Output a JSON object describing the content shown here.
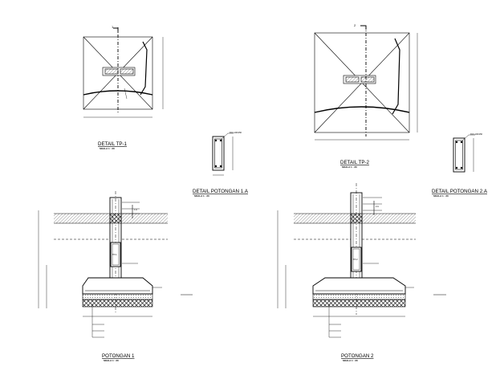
{
  "titles": {
    "detail_tp1": "DETAIL TP-1",
    "detail_tp2": "DETAIL TP-2",
    "detail_pot_1a": "DETAIL POTONGAN 1.A",
    "detail_pot_2a": "DETAIL POTONGAN 2.A",
    "potongan1": "POTONGAN 1",
    "potongan2": "POTONGAN 2"
  },
  "scale_text": "SKALA 1 : 20",
  "section_markers": {
    "cut1": "1",
    "cut2": "2",
    "detail_a": "1.A",
    "detail_a2": "2.A"
  },
  "rebar_callout": "D10-100/150",
  "tp_tags": {
    "tp1": "TP-1",
    "tp2": "TP-2"
  },
  "colors": {
    "line": "#000000",
    "background": "#ffffff",
    "hatch": "#333333"
  }
}
